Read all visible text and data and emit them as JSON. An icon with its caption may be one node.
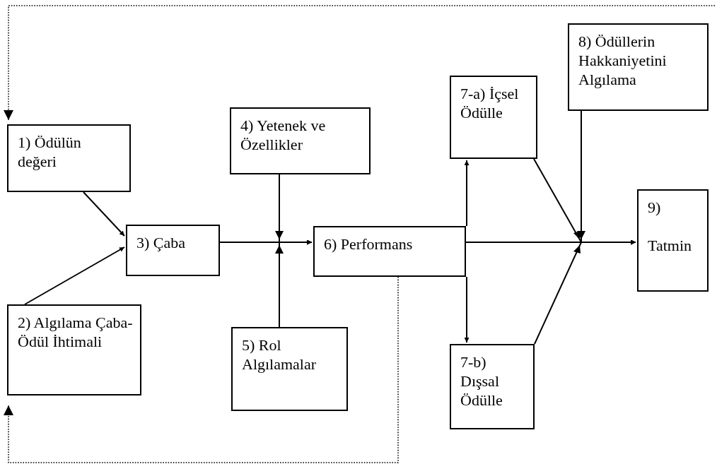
{
  "diagram": {
    "nodes": [
      {
        "text": [
          "1) Ödülün değeri"
        ]
      },
      {
        "text": [
          "2) Algılama Çaba-Ödül İhtimali"
        ]
      },
      {
        "text": [
          "3) Çaba"
        ]
      },
      {
        "text": [
          "4) Yetenek ve Özellikler"
        ]
      },
      {
        "text": [
          "5) Rol Algılamalar"
        ]
      },
      {
        "text": [
          "6) Performans"
        ]
      },
      {
        "text": [
          "7-a) İçsel Ödülle"
        ]
      },
      {
        "text": [
          "7-b) Dışsal Ödülle"
        ]
      },
      {
        "text": [
          "8) Ödüllerin Hakkaniyetini Algılama"
        ]
      },
      {
        "text": [
          "9)",
          "Tatmin"
        ]
      }
    ],
    "edges": [
      {
        "from": 0,
        "to": 2,
        "arrow": "to"
      },
      {
        "from": 1,
        "to": 2,
        "arrow": "to"
      },
      {
        "from": 2,
        "to": 5,
        "arrow": "to"
      },
      {
        "from": 3,
        "to": 5,
        "arrow": "to"
      },
      {
        "from": 4,
        "to": 5,
        "arrow": "to"
      },
      {
        "from": 5,
        "to": 6,
        "arrow": "to"
      },
      {
        "from": 5,
        "to": 7,
        "arrow": "to"
      },
      {
        "from": 5,
        "to": 9,
        "arrow": "to"
      },
      {
        "from": 6,
        "to": 9,
        "arrow": "to"
      },
      {
        "from": 7,
        "to": 9,
        "arrow": "to"
      },
      {
        "from": 8,
        "to": 9,
        "arrow": "to"
      },
      {
        "from": null,
        "to": 0,
        "arrow": "to",
        "style": "dashed"
      },
      {
        "from": 5,
        "to": 1,
        "arrow": "to",
        "style": "dashed"
      }
    ]
  }
}
